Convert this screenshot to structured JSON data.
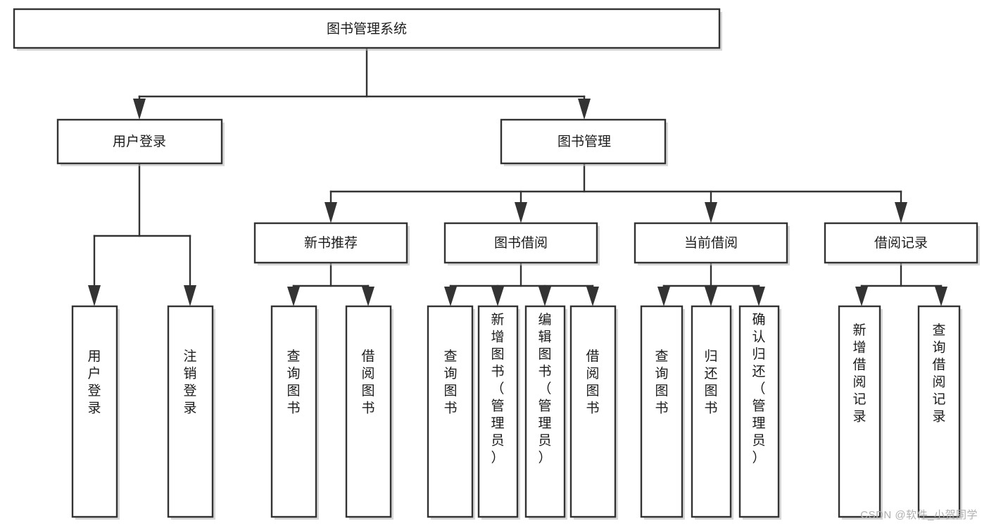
{
  "diagram": {
    "type": "tree-hierarchy",
    "title": "图书管理系统",
    "orientation": "top-down",
    "colors": {
      "box_fill": "#ffffff",
      "box_stroke": "#333333",
      "text": "#1b1b1b",
      "background": "#ffffff",
      "watermark": "#b0b0b0"
    },
    "root": {
      "label": "图书管理系统"
    },
    "level2": [
      {
        "id": "user-login",
        "label": "用户登录"
      },
      {
        "id": "book-management",
        "label": "图书管理"
      }
    ],
    "level3": [
      {
        "id": "new-book-recommend",
        "label": "新书推荐",
        "parent": "book-management"
      },
      {
        "id": "book-borrow",
        "label": "图书借阅",
        "parent": "book-management"
      },
      {
        "id": "current-borrow",
        "label": "当前借阅",
        "parent": "book-management"
      },
      {
        "id": "borrow-record",
        "label": "借阅记录",
        "parent": "book-management"
      }
    ],
    "leaves": [
      {
        "id": "leaf-user-login",
        "label": "用户登录",
        "parent": "user-login"
      },
      {
        "id": "leaf-logout-login",
        "label": "注销登录",
        "parent": "user-login"
      },
      {
        "id": "leaf-query-book-1",
        "label": "查询图书",
        "parent": "new-book-recommend"
      },
      {
        "id": "leaf-borrow-book-1",
        "label": "借阅图书",
        "parent": "new-book-recommend"
      },
      {
        "id": "leaf-query-book-2",
        "label": "查询图书",
        "parent": "book-borrow"
      },
      {
        "id": "leaf-add-book",
        "label": "新增图书（管理员）",
        "parent": "book-borrow"
      },
      {
        "id": "leaf-edit-book",
        "label": "编辑图书（管理员）",
        "parent": "book-borrow"
      },
      {
        "id": "leaf-borrow-book-2",
        "label": "借阅图书",
        "parent": "book-borrow"
      },
      {
        "id": "leaf-query-book-3",
        "label": "查询图书",
        "parent": "current-borrow"
      },
      {
        "id": "leaf-return-book",
        "label": "归还图书",
        "parent": "current-borrow"
      },
      {
        "id": "leaf-confirm-return",
        "label": "确认归还（管理员）",
        "parent": "current-borrow"
      },
      {
        "id": "leaf-add-record",
        "label": "新增借阅记录",
        "parent": "borrow-record"
      },
      {
        "id": "leaf-query-record",
        "label": "查询借阅记录",
        "parent": "borrow-record"
      }
    ]
  },
  "watermark": {
    "text": "CSDN @软件_小贺同学"
  }
}
